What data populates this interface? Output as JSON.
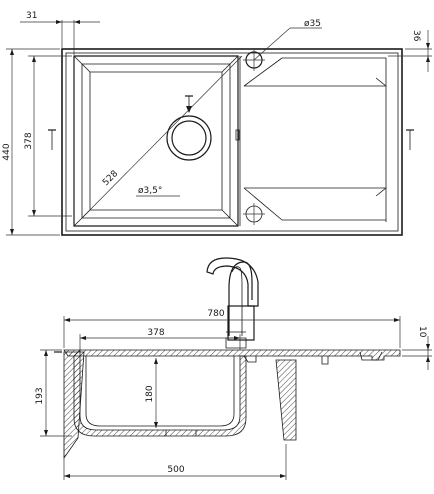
{
  "top_view": {
    "dims": {
      "offset_left": "31",
      "tap_hole": "ø35",
      "offset_top": "36",
      "overall_depth": "440",
      "bowl_depth": "378",
      "bowl_diagonal": "528",
      "drain": "ø3,5°"
    }
  },
  "side_view": {
    "dims": {
      "overall_width": "780",
      "bowl_width": "378",
      "rim_height": "10",
      "total_height": "193",
      "bowl_height": "180",
      "cabinet_width": "500"
    }
  }
}
